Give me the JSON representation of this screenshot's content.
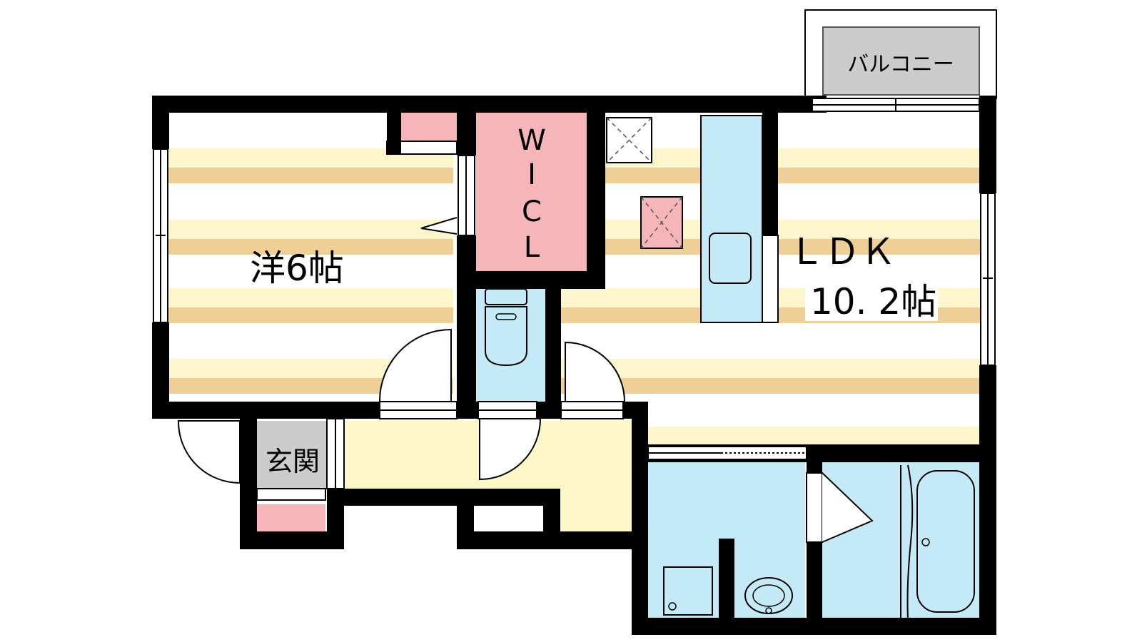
{
  "rooms": {
    "western_room": {
      "label": "洋6帖"
    },
    "walk_in_closet": {
      "label_lines": [
        "W",
        "I",
        "C",
        "L"
      ]
    },
    "ldk": {
      "label": "ＬＤＫ",
      "size": "10. 2帖"
    },
    "balcony": {
      "label": "バルコニー"
    },
    "entrance": {
      "label": "玄関"
    }
  },
  "colors": {
    "wall": "#000000",
    "floor_stripe_light": "#fdf5cc",
    "floor_stripe_dark": "#efcf98",
    "wet_area": "#c5eaf7",
    "storage": "#f6b5b8",
    "entrance_floor": "#cccccc",
    "hallway": "#fef8c8",
    "balcony": "#cccccc"
  }
}
